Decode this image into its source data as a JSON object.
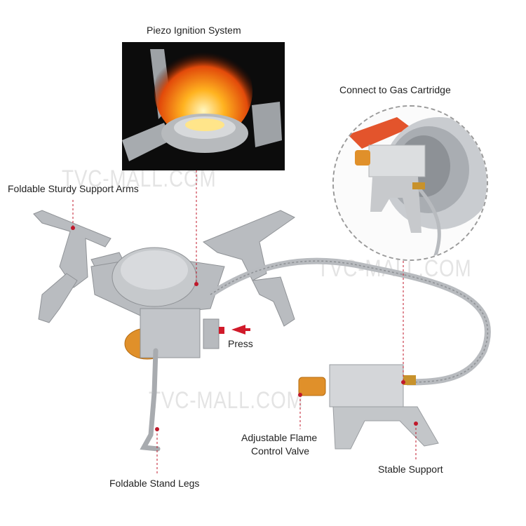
{
  "labels": {
    "piezo": "Piezo Ignition System",
    "gas": "Connect to Gas Cartridge",
    "arms": "Foldable Sturdy Support Arms",
    "press": "Press",
    "flame_line1": "Adjustable Flame",
    "flame_line2": "Control Valve",
    "support": "Stable Support",
    "legs": "Foldable Stand Legs"
  },
  "watermarks": [
    "TVC-MALL.COM",
    "TVC-MALL.COM",
    "TVC-MALL.COM"
  ],
  "colors": {
    "background": "#ffffff",
    "leader": "#c0192b",
    "text": "#222222",
    "steel": "#b9bcc0",
    "brass": "#e0902a"
  }
}
